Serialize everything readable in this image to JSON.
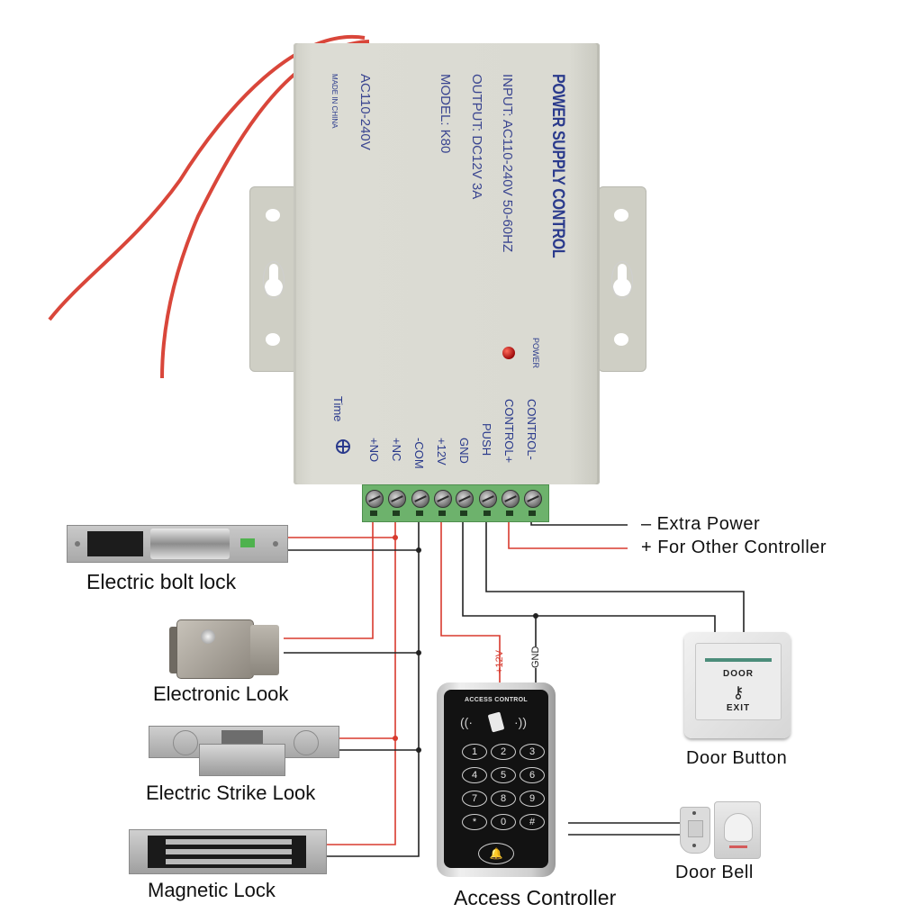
{
  "power_supply": {
    "title": "POWER SUPPLY CONTROL",
    "input": "INPUT: AC110-240V  50-60HZ",
    "output": "OUTPUT: DC12V  3A",
    "model": "MODEL: K80",
    "ac_rating": "AC110-240V",
    "origin": "MADE IN CHINA",
    "power_led_label": "POWER",
    "time_label": "Time",
    "terminals": [
      "+NO",
      "+NC",
      "-COM",
      "+12V",
      "GND",
      "PUSH",
      "CONTROL+",
      "CONTROL-"
    ]
  },
  "extra_power": {
    "minus_label": "–  Extra Power",
    "plus_label": "+  For Other Controller"
  },
  "devices": {
    "bolt_lock": "Electric bolt lock",
    "electronic_lock": "Electronic Look",
    "strike_lock": "Electric Strike Look",
    "magnetic_lock": "Magnetic Lock",
    "access_controller": "Access Controller",
    "door_button": "Door Button",
    "door_bell": "Door Bell"
  },
  "wire_tags": {
    "plus12v": "+12V",
    "gnd": "GND"
  },
  "keypad": {
    "brand": "ACCESS CONTROL",
    "keys": [
      "1",
      "2",
      "3",
      "4",
      "5",
      "6",
      "7",
      "8",
      "9",
      "*",
      "0",
      "#"
    ],
    "bell_key": "🔔"
  },
  "door_button_face": {
    "top": "DOOR",
    "bottom": "EXIT",
    "icon": "key-icon"
  },
  "colors": {
    "positive_wire": "#d83a2e",
    "negative_wire": "#222222",
    "label_blue": "#2a3a8c",
    "terminal_green": "#6db26c"
  }
}
